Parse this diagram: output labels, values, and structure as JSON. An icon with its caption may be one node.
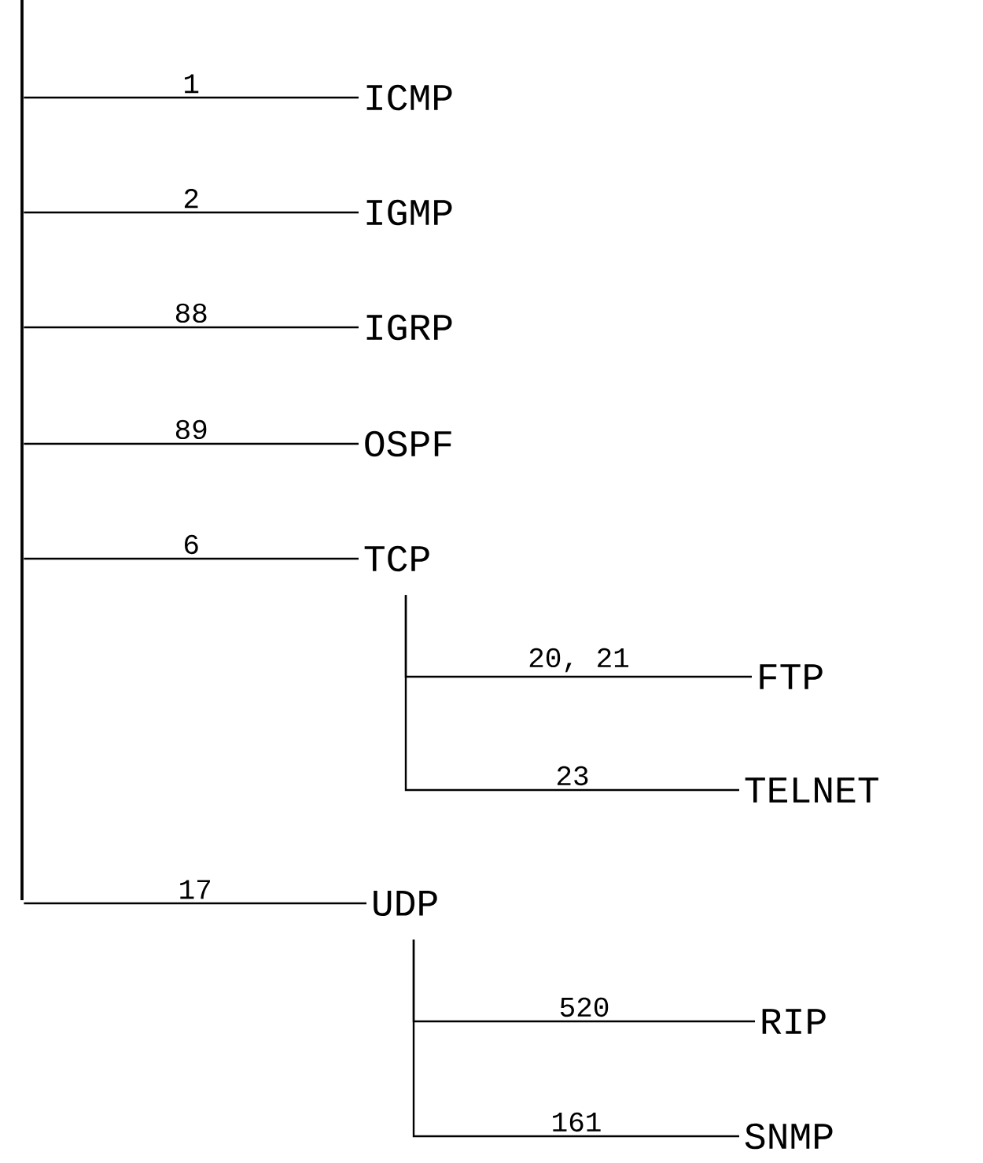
{
  "diagram": {
    "nodes": [
      {
        "text": [],
        "shape": "bar"
      },
      {
        "text": [
          "ICMP"
        ]
      },
      {
        "text": [
          "IGMP"
        ]
      },
      {
        "text": [
          "IGRP"
        ]
      },
      {
        "text": [
          "OSPF"
        ]
      },
      {
        "text": [
          "TCP"
        ]
      },
      {
        "text": [
          "FTP"
        ]
      },
      {
        "text": [
          "TELNET"
        ]
      },
      {
        "text": [
          "UDP"
        ]
      },
      {
        "text": [
          "RIP"
        ]
      },
      {
        "text": [
          "SNMP"
        ]
      }
    ],
    "edges": [
      {
        "from": 0,
        "to": 1,
        "arrow": "none",
        "label": "1"
      },
      {
        "from": 0,
        "to": 2,
        "arrow": "none",
        "label": "2"
      },
      {
        "from": 0,
        "to": 3,
        "arrow": "none",
        "label": "88"
      },
      {
        "from": 0,
        "to": 4,
        "arrow": "none",
        "label": "89"
      },
      {
        "from": 0,
        "to": 5,
        "arrow": "none",
        "label": "6"
      },
      {
        "from": 5,
        "to": 6,
        "arrow": "none",
        "label": "20, 21"
      },
      {
        "from": 5,
        "to": 7,
        "arrow": "none",
        "label": "23"
      },
      {
        "from": 0,
        "to": 8,
        "arrow": "none",
        "label": "17"
      },
      {
        "from": 8,
        "to": 9,
        "arrow": "none",
        "label": "520"
      },
      {
        "from": 8,
        "to": 10,
        "arrow": "none",
        "label": "161"
      }
    ]
  }
}
